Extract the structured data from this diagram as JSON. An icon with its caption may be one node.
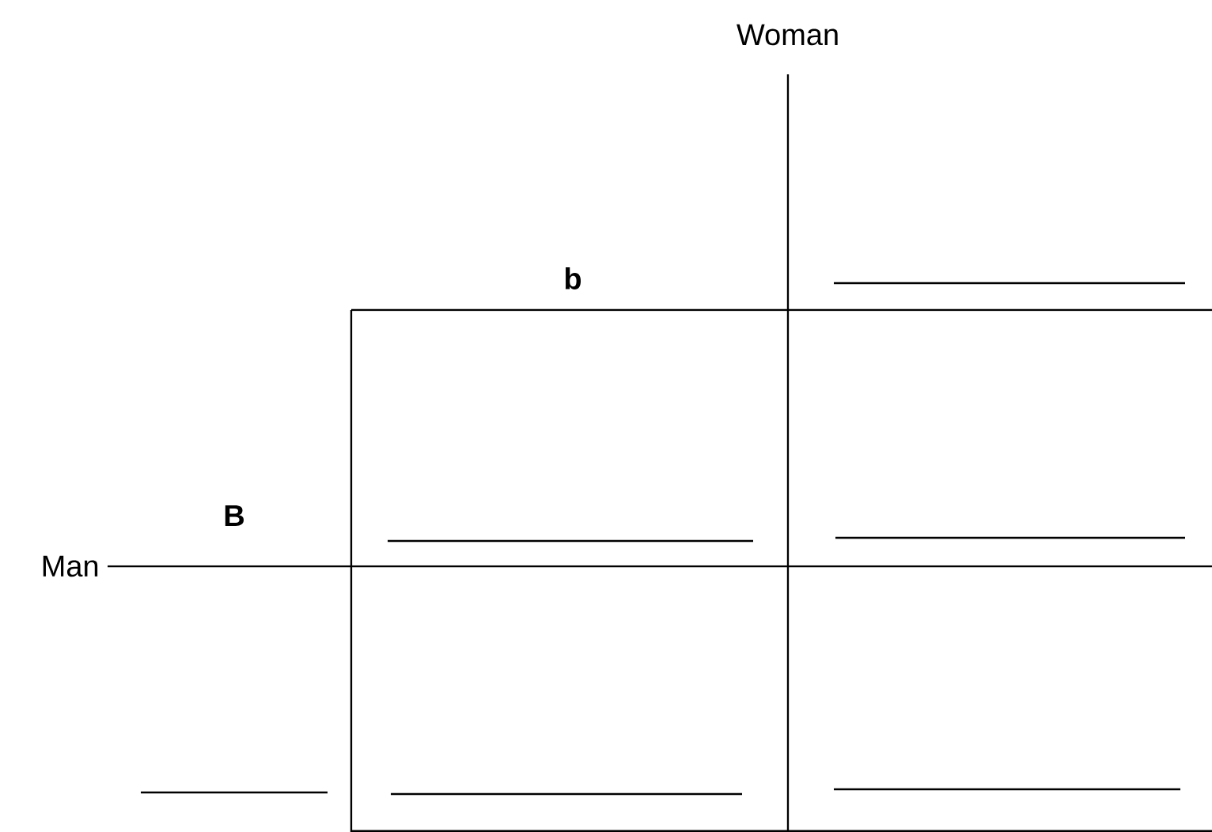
{
  "diagram": {
    "labels": [
      "Woman",
      "b",
      "B",
      "Man"
    ]
  }
}
